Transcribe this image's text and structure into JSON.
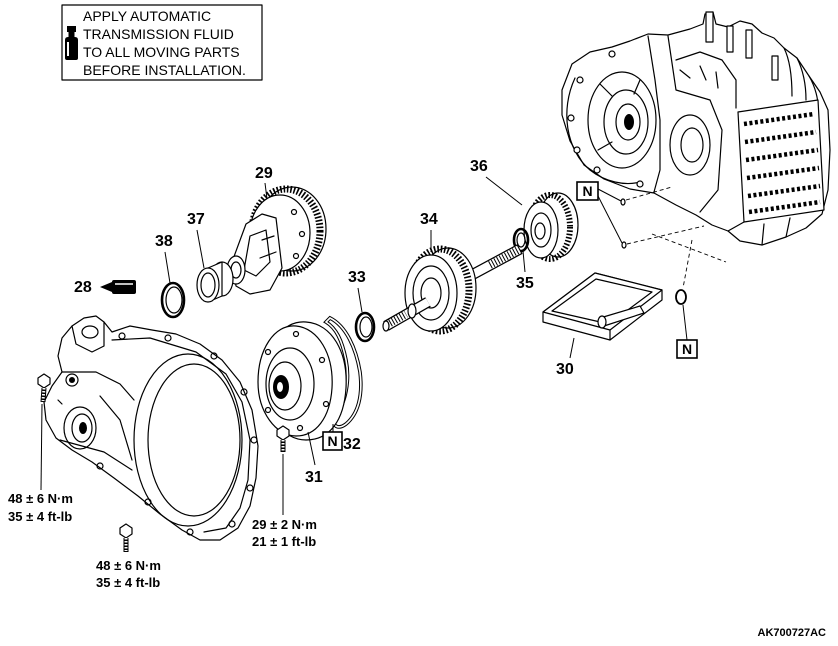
{
  "note": {
    "icon": "atf-bottle-icon",
    "lines": [
      "APPLY AUTOMATIC",
      "TRANSMISSION FLUID",
      "TO ALL MOVING PARTS",
      "BEFORE INSTALLATION."
    ]
  },
  "callouts": {
    "p28": "28",
    "p29": "29",
    "p30": "30",
    "p31": "31",
    "p32": "32",
    "p33": "33",
    "p34": "34",
    "p35": "35",
    "p36": "36",
    "p37": "37",
    "p38": "38"
  },
  "n_marks": [
    "N",
    "N",
    "N"
  ],
  "torque_specs": [
    {
      "metric": "48 ± 6 N·m",
      "imperial": "35 ± 4 ft-lb"
    },
    {
      "metric": "48 ± 6 N·m",
      "imperial": "35 ± 4 ft-lb"
    },
    {
      "metric": "29 ± 2 N·m",
      "imperial": "21 ± 1 ft-lb"
    }
  ],
  "figure_id": "AK700727AC"
}
